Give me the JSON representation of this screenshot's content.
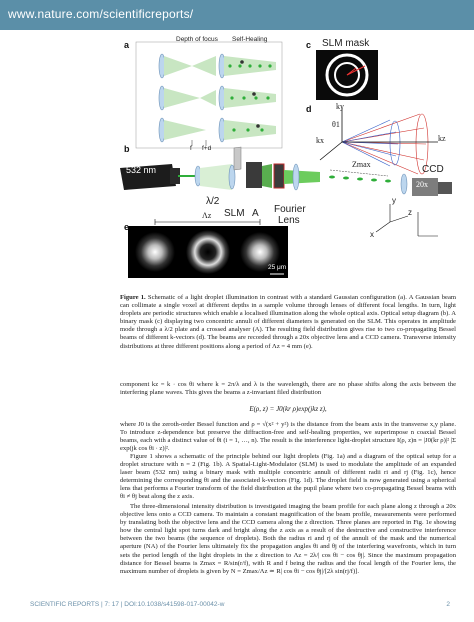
{
  "header": {
    "url": "www.nature.com/scientificreports/"
  },
  "figure": {
    "panel_labels": [
      "a",
      "b",
      "c",
      "d",
      "e"
    ],
    "panel_a": {
      "col1": "Depth of focus",
      "col2": "Self-Healing",
      "tick_f": "f",
      "tick_fd": "f+d"
    },
    "panel_b": {
      "laser": "532 nm",
      "lambda2": "λ/2",
      "slm": "SLM",
      "a": "A",
      "fourier": "Fourier",
      "lens": "Lens",
      "zmax": "Zmax",
      "ccd": "CCD",
      "obj": "20x",
      "axis_y": "y",
      "axis_z": "z",
      "axis_x": "x"
    },
    "panel_c": {
      "title": "SLM mask"
    },
    "panel_d": {
      "ky": "ky",
      "kx": "kx",
      "kz": "kz",
      "theta": "θ1"
    },
    "panel_e": {
      "lambda_z": "Λz",
      "scale": "25 μm"
    }
  },
  "caption": {
    "label": "Figure 1.",
    "text": " Schematic of a light droplet illumination in contrast with a standard Gaussian configuration (a). A Gaussian beam can collimate a single voxel at different depths in a sample volume through lenses of different focal lengths. In turn, light droplets are periodic structures which enable a localised illumination along the whole optical axis. Optical setup diagram (b). A binary mask (c) displaying two concentric annuli of different diameters is generated on the SLM. This operates in amplitude mode through a λ/2 plate and a crossed analyser (A). The resulting field distribution gives rise to two co-propagating Bessel beams of different k-vectors (d). The beams are recorded through a 20x objective lens and a CCD camera. Transverse intensity distributions at three different positions along a period of Λz = 4 mm (e)."
  },
  "body": {
    "p1": "component kz = k · cos θi where k = 2π/λ and λ is the wavelength, there are no phase shifts along the axis between the interfering plane waves. This gives the beams a z-invariant filed distribution",
    "eq1": "E(ρ, z) = J0(kr ρ)exp(jkz z),",
    "p2": "where J0 is the zeroth-order Bessel function and ρ = √(x² + y²) is the distance from the beam axis in the transverse x,y plane. To introduce z-dependence but preserve the diffraction-free and self-healing properties, we superimpose n coaxial Bessel beams, each with a distinct value of θi (i = 1, …, n). The result is the interference light-droplet structure I(ρ, z)n = |J0(kr ρ)|² |Σ exp(jk cos θi · z)|².",
    "p3": "Figure 1 shows a schematic of the principle behind our light droplets (Fig. 1a) and a diagram of the optical setup for a droplet structure with n = 2 (Fig. 1b). A Spatial-Light-Modulator (SLM) is used to modulate the amplitude of an expanded laser beam (532 nm) using a binary mask with multiple concentric annuli of different radii ri and rj (Fig. 1c), hence determining the corresponding θi and the associated k-vectors (Fig. 1d). The droplet field is now generated using a spherical lens that performs a Fourier transform of the field distribution at the pupil plane where two co-propagating Bessel beams with θi ≠ θj beat along the z axis.",
    "p4": "The three-dimensional intensity distribution is investigated imaging the beam profile for each plane along z through a 20x objective lens onto a CCD camera. To maintain a constant magnification of the beam profile, measurements were performed by translating both the objective lens and the CCD camera along the z direction. Three planes are reported in Fig. 1e showing how the central light spot turns dark and bright along the z axis as a result of the destructive and constructive interference between the two beams (the sequence of droplets). Both the radius ri and rj of the annuli of the mask and the numerical aperture (NA) of the Fourier lens ultimately fix the propagation angles θi and θj of the interfering wavefronts, which in turn sets the period length of the light droplets in the z direction to Λz = 2λ/| cos θi − cos θj|. Since the maximum propagation distance for Bessel beams is Zmax = R/sin(r/f), with R and f being the radius and the focal length of the Fourier lens, the maximum number of droplets is given by N = Zmax/Λz ≃ R| cos θi − cos θj|/[2λ sin(rj/f)]."
  },
  "footer": {
    "journal": "SCIENTIFIC REPORTS",
    "citation": "| 7: 17 | DOI:10.1038/s41598-017-00042-w",
    "page": "2"
  },
  "colors": {
    "header_bar": "#5b8fa8",
    "footer_text": "#6a8fa8",
    "beam_green": "#2fae3a",
    "ring_red": "#d0302c"
  }
}
